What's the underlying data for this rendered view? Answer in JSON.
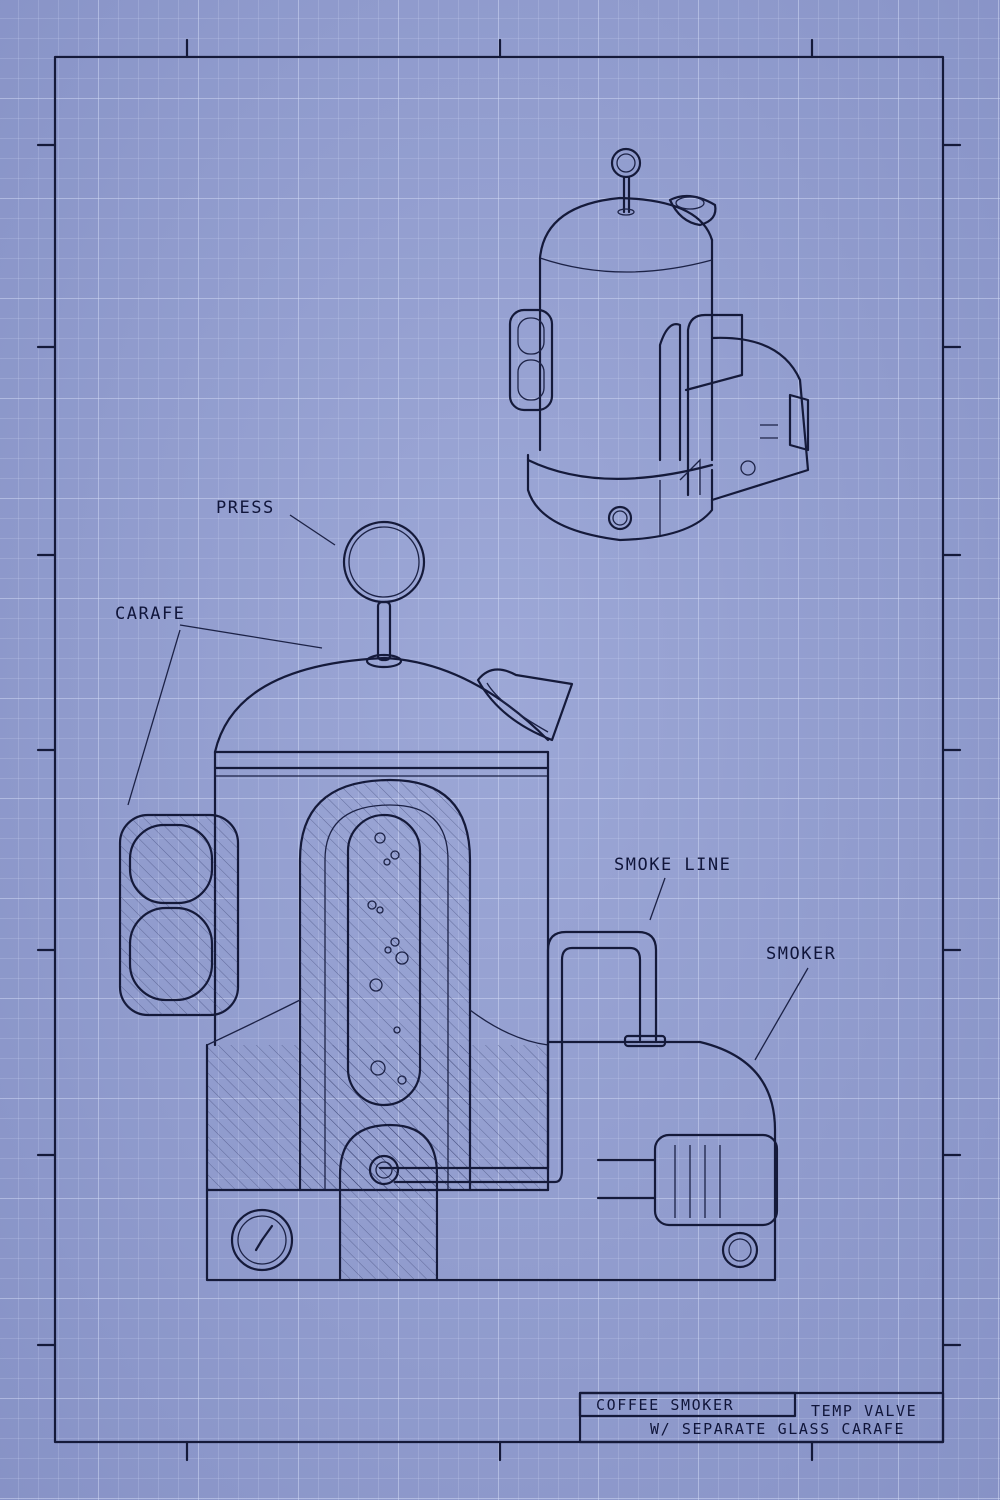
{
  "labels": {
    "press": "PRESS",
    "carafe": "CARAFE",
    "smoke_line": "SMOKE LINE",
    "smoker": "SMOKER"
  },
  "title_block": {
    "title": "COFFEE SMOKER",
    "subtitle": "TEMP VALVE",
    "description": "W/ SEPARATE GLASS CARAFE"
  },
  "colors": {
    "paper": "#8f9bcc",
    "ink": "#151a3a"
  }
}
